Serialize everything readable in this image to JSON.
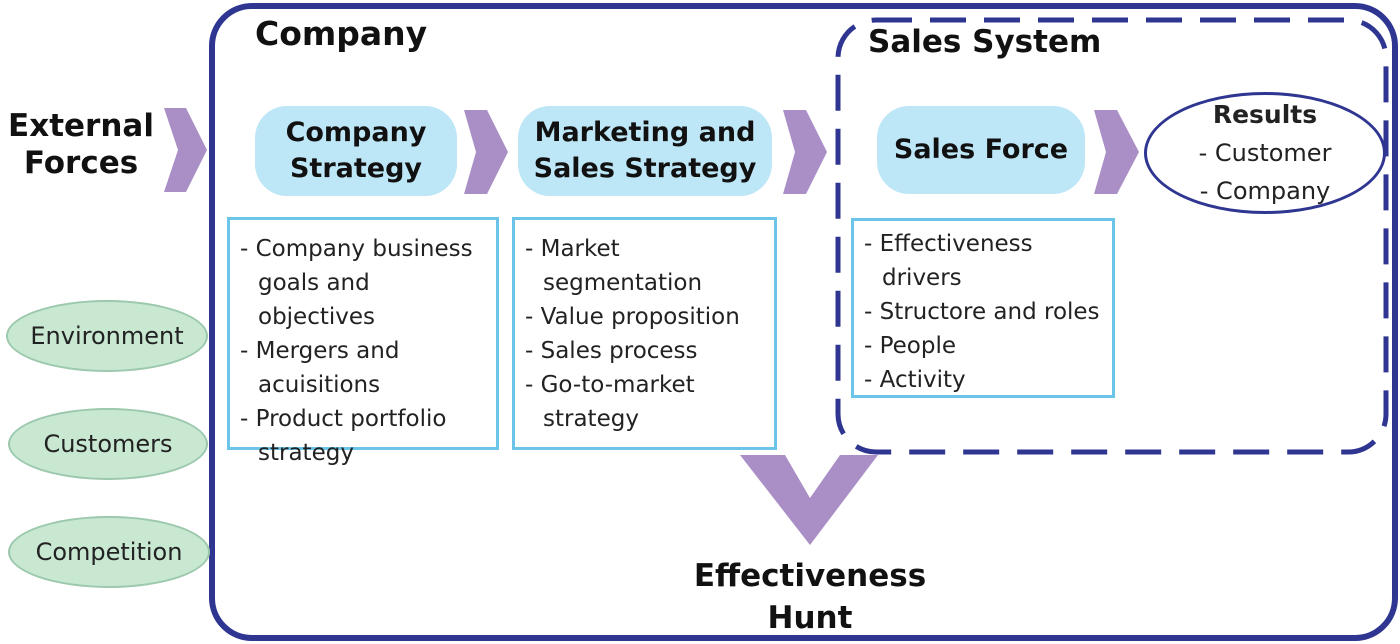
{
  "external_forces": {
    "title": "External\nForces",
    "items": [
      "Environment",
      "Customers",
      "Competition"
    ]
  },
  "company": {
    "title": "Company",
    "strategy": {
      "label": "Company\nStrategy",
      "bullets": [
        "- Company business goals and objectives",
        "- Mergers and acuisitions",
        "- Product portfolio strategy"
      ]
    },
    "marketing": {
      "label": "Marketing and\nSales Strategy",
      "bullets": [
        "- Market segmentation",
        "- Value proposition",
        "- Sales process",
        "- Go-to-market strategy"
      ]
    }
  },
  "sales_system": {
    "title": "Sales System",
    "sales_force": {
      "label": "Sales Force",
      "bullets": [
        "- Effectiveness drivers",
        "- Structore and roles",
        "- People",
        "- Activity"
      ]
    },
    "results": {
      "title": "Results",
      "items": [
        "- Customer",
        "- Company"
      ]
    }
  },
  "effectiveness_hunt": "Effectiveness\nHunt",
  "colors": {
    "frame": "#2f3691",
    "arrow": "#a98fc6",
    "pill": "#bde6f7",
    "box_border": "#6cc5e8",
    "force": "#c8e8d2"
  }
}
